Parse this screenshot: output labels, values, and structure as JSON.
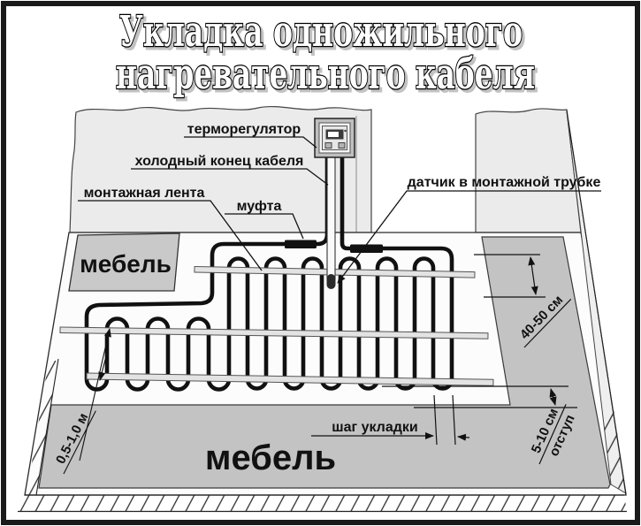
{
  "title": {
    "line1": "Укладка одножильного",
    "line2": "нагревательного кабеля"
  },
  "labels": {
    "thermostat": "терморегулятор",
    "cold_end": "холодный конец кабеля",
    "mounting_tape": "монтажная лента",
    "coupling": "муфта",
    "sensor": "датчик в монтажной трубке",
    "furniture": "мебель",
    "step": "шаг укладки"
  },
  "dimensions": {
    "row_spacing": "40-50 см",
    "edge_offset_value": "5-10 см",
    "edge_offset_word": "отступ",
    "lead_length": "0,5-1,0 м"
  },
  "colors": {
    "cable": "#111111",
    "wall": "#ebebeb",
    "floor": "#fcfcfc",
    "furniture_zone": "#c3c3c3",
    "furniture_box": "#c9c9c9",
    "tape": "#e3e3e3",
    "frame": "#1a1a1a"
  }
}
